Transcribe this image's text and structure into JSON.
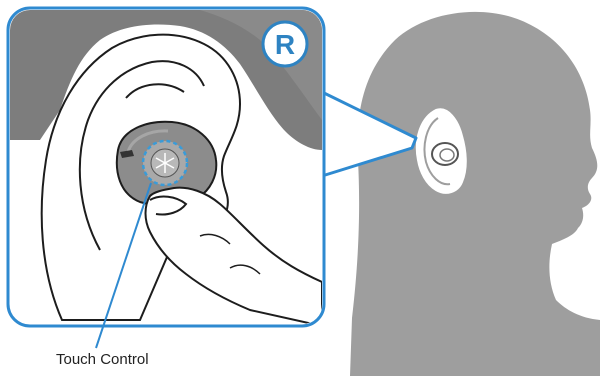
{
  "side_indicator": "R",
  "callout_label": "Touch Control",
  "colors": {
    "frame_blue": "#2f8ad0",
    "touch_ring_blue": "#3a9bd8",
    "head_gray": "#9e9e9e",
    "dark_gray": "#7d7d7d",
    "earbud_gray": "#8c8c8c",
    "line": "#1d1d1d"
  },
  "icons": [
    "ear-closeup",
    "head-silhouette",
    "earbud",
    "finger",
    "touch-sensor-logo"
  ]
}
